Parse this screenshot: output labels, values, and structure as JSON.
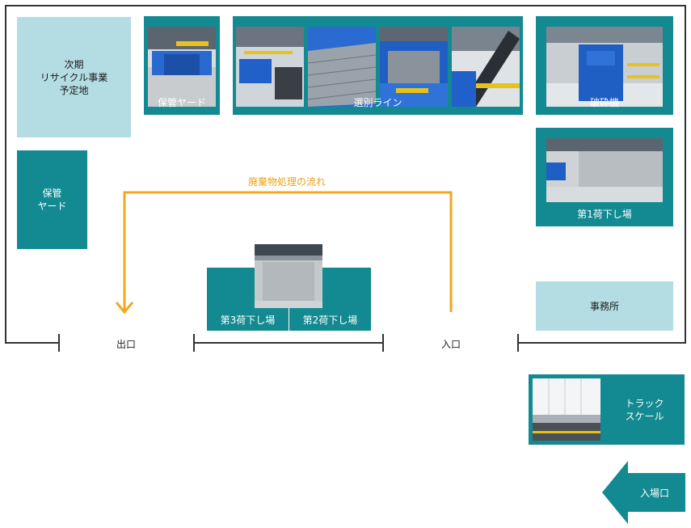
{
  "areas": {
    "future_recycle": "次期\nリサイクル事業\n予定地",
    "storage_yard_top": "保管ヤード",
    "sorting_line": "選別ライン",
    "crusher": "破砕機",
    "storage_yard_left": "保管\nヤード",
    "unload_1": "第1荷下し場",
    "unload_3": "第3荷下し場",
    "unload_2": "第2荷下し場",
    "office": "事務所",
    "truck_scale": "トラック\nスケール",
    "site_entrance": "入場口"
  },
  "gates": {
    "exit": "出口",
    "entrance": "入口"
  },
  "flow": {
    "label": "廃棄物処理の流れ",
    "color": "#f0a81e"
  },
  "colors": {
    "teal": "#138a91",
    "light": "#b3dde3",
    "machine_blue": "#1f5fc4"
  }
}
